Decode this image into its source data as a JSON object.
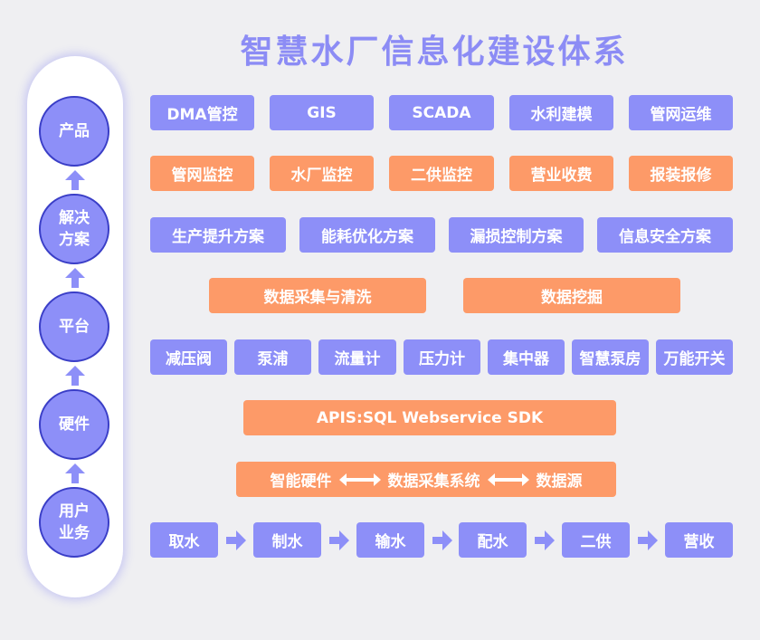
{
  "title": "智慧水厂信息化建设体系",
  "side": [
    "产品",
    "解决\n方案",
    "平台",
    "硬件",
    "用户\n业务"
  ],
  "products": [
    "DMA管控",
    "GIS",
    "SCADA",
    "水利建模",
    "管网运维"
  ],
  "monitoring": [
    "管网监控",
    "水厂监控",
    "二供监控",
    "营业收费",
    "报装报修"
  ],
  "solutions": [
    "生产提升方案",
    "能耗优化方案",
    "漏损控制方案",
    "信息安全方案"
  ],
  "platform": [
    "数据采集与清洗",
    "数据挖掘"
  ],
  "hardware": [
    "减压阀",
    "泵浦",
    "流量计",
    "压力计",
    "集中器",
    "智慧泵房",
    "万能开关"
  ],
  "api": "APIS:SQL Webservice SDK",
  "chain": [
    "智能硬件",
    "数据采集系统",
    "数据源"
  ],
  "flow": [
    "取水",
    "制水",
    "输水",
    "配水",
    "二供",
    "营收"
  ]
}
